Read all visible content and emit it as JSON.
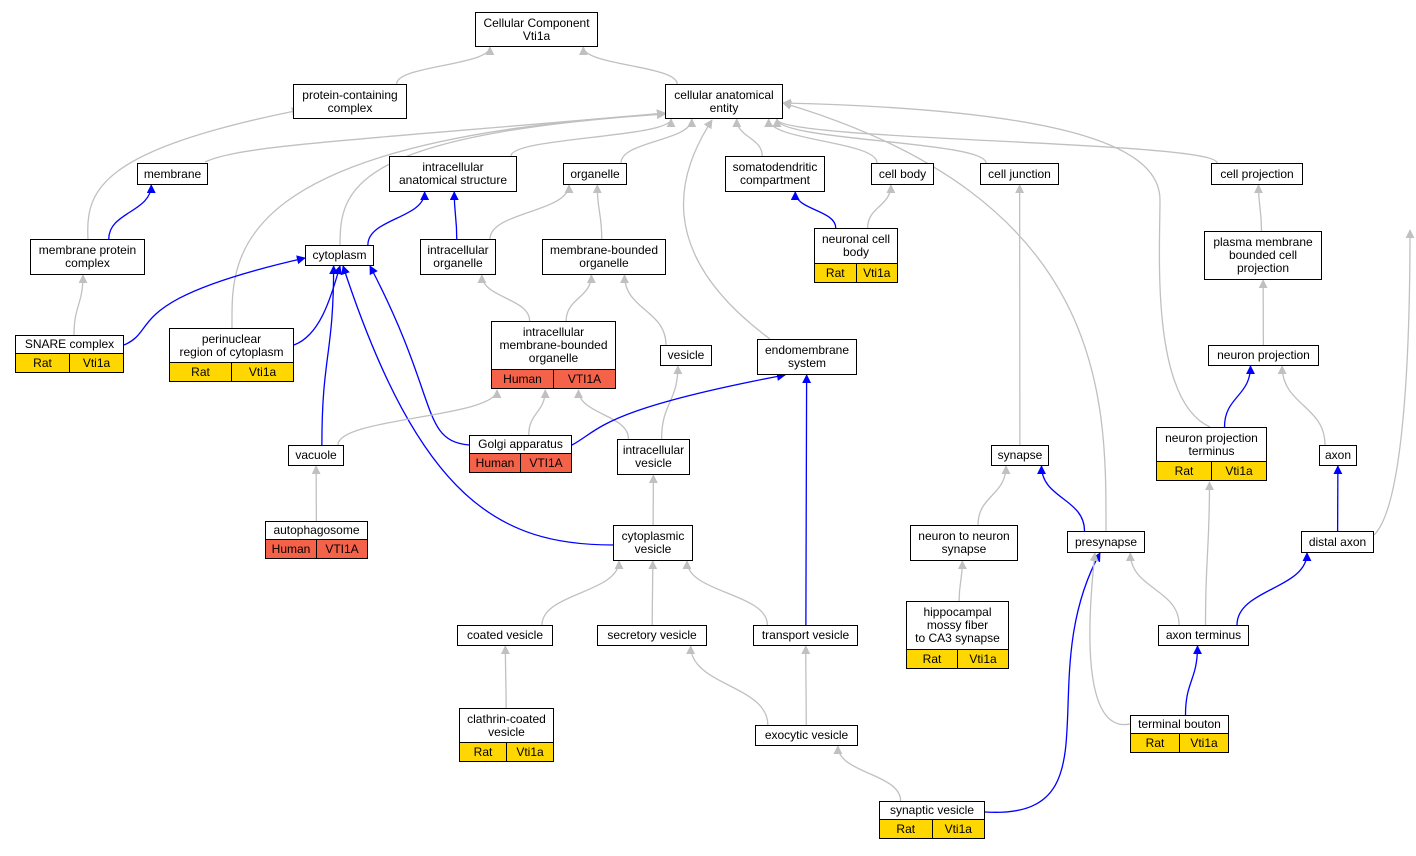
{
  "colors": {
    "rat": "#ffd700",
    "human": "#f5624a",
    "edge_default": "#c0c0c0",
    "edge_highlight": "#0000ff"
  },
  "nodes": [
    {
      "id": "cc",
      "label": "Cellular Component\nVti1a"
    },
    {
      "id": "pcc",
      "label": "protein-containing\ncomplex"
    },
    {
      "id": "cae",
      "label": "cellular anatomical\nentity"
    },
    {
      "id": "membrane",
      "label": "membrane"
    },
    {
      "id": "ias",
      "label": "intracellular\nanatomical structure"
    },
    {
      "id": "organelle",
      "label": "organelle"
    },
    {
      "id": "sdc",
      "label": "somatodendritic\ncompartment"
    },
    {
      "id": "cellbody",
      "label": "cell body"
    },
    {
      "id": "celljunction",
      "label": "cell junction"
    },
    {
      "id": "cellprojection",
      "label": "cell projection"
    },
    {
      "id": "mpc",
      "label": "membrane protein\ncomplex"
    },
    {
      "id": "cytoplasm",
      "label": "cytoplasm"
    },
    {
      "id": "io",
      "label": "intracellular\norganelle"
    },
    {
      "id": "mbo",
      "label": "membrane-bounded\norganelle"
    },
    {
      "id": "ncb",
      "label": "neuronal cell\nbody",
      "ann": [
        "Rat",
        "Vti1a"
      ],
      "species": "rat"
    },
    {
      "id": "pmbcp",
      "label": "plasma membrane\nbounded cell\nprojection"
    },
    {
      "id": "snare",
      "label": "SNARE complex",
      "ann": [
        "Rat",
        "Vti1a"
      ],
      "species": "rat"
    },
    {
      "id": "perinuclear",
      "label": "perinuclear\nregion of cytoplasm",
      "ann": [
        "Rat",
        "Vti1a"
      ],
      "species": "rat"
    },
    {
      "id": "imbo",
      "label": "intracellular\nmembrane-bounded\norganelle",
      "ann": [
        "Human",
        "VTI1A"
      ],
      "species": "human"
    },
    {
      "id": "vesicle",
      "label": "vesicle"
    },
    {
      "id": "endomembrane",
      "label": "endomembrane\nsystem"
    },
    {
      "id": "neuronprojection",
      "label": "neuron projection"
    },
    {
      "id": "vacuole",
      "label": "vacuole"
    },
    {
      "id": "golgi",
      "label": "Golgi apparatus",
      "ann": [
        "Human",
        "VTI1A"
      ],
      "species": "human"
    },
    {
      "id": "iv",
      "label": "intracellular\nvesicle"
    },
    {
      "id": "synapse",
      "label": "synapse"
    },
    {
      "id": "npt",
      "label": "neuron projection\nterminus",
      "ann": [
        "Rat",
        "Vti1a"
      ],
      "species": "rat"
    },
    {
      "id": "axon",
      "label": "axon"
    },
    {
      "id": "autophagosome",
      "label": "autophagosome",
      "ann": [
        "Human",
        "VTI1A"
      ],
      "species": "human"
    },
    {
      "id": "cv",
      "label": "cytoplasmic\nvesicle"
    },
    {
      "id": "n2n",
      "label": "neuron to neuron\nsynapse"
    },
    {
      "id": "presynapse",
      "label": "presynapse"
    },
    {
      "id": "distalaxon",
      "label": "distal axon"
    },
    {
      "id": "hmf",
      "label": "hippocampal\nmossy fiber\nto CA3 synapse",
      "ann": [
        "Rat",
        "Vti1a"
      ],
      "species": "rat"
    },
    {
      "id": "coated",
      "label": "coated vesicle"
    },
    {
      "id": "secretory",
      "label": "secretory vesicle"
    },
    {
      "id": "transport",
      "label": "transport vesicle"
    },
    {
      "id": "axonterminus",
      "label": "axon terminus"
    },
    {
      "id": "ccv",
      "label": "clathrin-coated\nvesicle",
      "ann": [
        "Rat",
        "Vti1a"
      ],
      "species": "rat"
    },
    {
      "id": "exocytic",
      "label": "exocytic vesicle"
    },
    {
      "id": "bouton",
      "label": "terminal bouton",
      "ann": [
        "Rat",
        "Vti1a"
      ],
      "species": "rat"
    },
    {
      "id": "sv",
      "label": "synaptic vesicle",
      "ann": [
        "Rat",
        "Vti1a"
      ],
      "species": "rat"
    }
  ],
  "edges": [
    {
      "from": "pcc",
      "to": "cc",
      "highlight": false
    },
    {
      "from": "cae",
      "to": "cc",
      "highlight": false
    },
    {
      "from": "mpc",
      "to": "pcc",
      "highlight": false
    },
    {
      "from": "membrane",
      "to": "cae",
      "highlight": false
    },
    {
      "from": "ias",
      "to": "cae",
      "highlight": false
    },
    {
      "from": "organelle",
      "to": "cae",
      "highlight": false
    },
    {
      "from": "sdc",
      "to": "cae",
      "highlight": false
    },
    {
      "from": "cellbody",
      "to": "cae",
      "highlight": false
    },
    {
      "from": "celljunction",
      "to": "cae",
      "highlight": false
    },
    {
      "from": "cellprojection",
      "to": "cae",
      "highlight": false
    },
    {
      "from": "cytoplasm",
      "to": "cae",
      "highlight": false
    },
    {
      "from": "perinuclear",
      "to": "cae",
      "highlight": false
    },
    {
      "from": "endomembrane",
      "to": "cae",
      "highlight": false
    },
    {
      "from": "presynapse",
      "to": "cae",
      "highlight": false
    },
    {
      "from": "npt",
      "to": "cae",
      "highlight": false
    },
    {
      "from": "distalaxon",
      "to": "cae",
      "highlight": false
    },
    {
      "from": "mpc",
      "to": "membrane",
      "highlight": true
    },
    {
      "from": "cytoplasm",
      "to": "ias",
      "highlight": true
    },
    {
      "from": "io",
      "to": "ias",
      "highlight": true
    },
    {
      "from": "io",
      "to": "organelle",
      "highlight": false
    },
    {
      "from": "mbo",
      "to": "organelle",
      "highlight": false
    },
    {
      "from": "ncb",
      "to": "sdc",
      "highlight": true
    },
    {
      "from": "ncb",
      "to": "cellbody",
      "highlight": false
    },
    {
      "from": "synapse",
      "to": "celljunction",
      "highlight": false
    },
    {
      "from": "pmbcp",
      "to": "cellprojection",
      "highlight": false
    },
    {
      "from": "snare",
      "to": "mpc",
      "highlight": false
    },
    {
      "from": "snare",
      "to": "cytoplasm",
      "highlight": true
    },
    {
      "from": "perinuclear",
      "to": "cytoplasm",
      "highlight": true
    },
    {
      "from": "vacuole",
      "to": "cytoplasm",
      "highlight": true
    },
    {
      "from": "golgi",
      "to": "cytoplasm",
      "highlight": true
    },
    {
      "from": "cv",
      "to": "cytoplasm",
      "highlight": true
    },
    {
      "from": "imbo",
      "to": "io",
      "highlight": false
    },
    {
      "from": "imbo",
      "to": "mbo",
      "highlight": false
    },
    {
      "from": "vesicle",
      "to": "mbo",
      "highlight": false
    },
    {
      "from": "neuronprojection",
      "to": "pmbcp",
      "highlight": false
    },
    {
      "from": "vacuole",
      "to": "imbo",
      "highlight": false
    },
    {
      "from": "golgi",
      "to": "imbo",
      "highlight": false
    },
    {
      "from": "iv",
      "to": "imbo",
      "highlight": false
    },
    {
      "from": "iv",
      "to": "vesicle",
      "highlight": false
    },
    {
      "from": "golgi",
      "to": "endomembrane",
      "highlight": true
    },
    {
      "from": "transport",
      "to": "endomembrane",
      "highlight": true
    },
    {
      "from": "npt",
      "to": "neuronprojection",
      "highlight": true
    },
    {
      "from": "axon",
      "to": "neuronprojection",
      "highlight": false
    },
    {
      "from": "autophagosome",
      "to": "vacuole",
      "highlight": false
    },
    {
      "from": "cv",
      "to": "iv",
      "highlight": false
    },
    {
      "from": "n2n",
      "to": "synapse",
      "highlight": false
    },
    {
      "from": "presynapse",
      "to": "synapse",
      "highlight": true
    },
    {
      "from": "distalaxon",
      "to": "axon",
      "highlight": true
    },
    {
      "from": "coated",
      "to": "cv",
      "highlight": false
    },
    {
      "from": "secretory",
      "to": "cv",
      "highlight": false
    },
    {
      "from": "transport",
      "to": "cv",
      "highlight": false
    },
    {
      "from": "hmf",
      "to": "n2n",
      "highlight": false
    },
    {
      "from": "sv",
      "to": "presynapse",
      "highlight": true
    },
    {
      "from": "axonterminus",
      "to": "presynapse",
      "highlight": false
    },
    {
      "from": "bouton",
      "to": "presynapse",
      "highlight": false
    },
    {
      "from": "axonterminus",
      "to": "distalaxon",
      "highlight": true
    },
    {
      "from": "axonterminus",
      "to": "npt",
      "highlight": false
    },
    {
      "from": "ccv",
      "to": "coated",
      "highlight": false
    },
    {
      "from": "exocytic",
      "to": "secretory",
      "highlight": false
    },
    {
      "from": "exocytic",
      "to": "transport",
      "highlight": false
    },
    {
      "from": "bouton",
      "to": "axonterminus",
      "highlight": true
    },
    {
      "from": "sv",
      "to": "exocytic",
      "highlight": false
    }
  ]
}
